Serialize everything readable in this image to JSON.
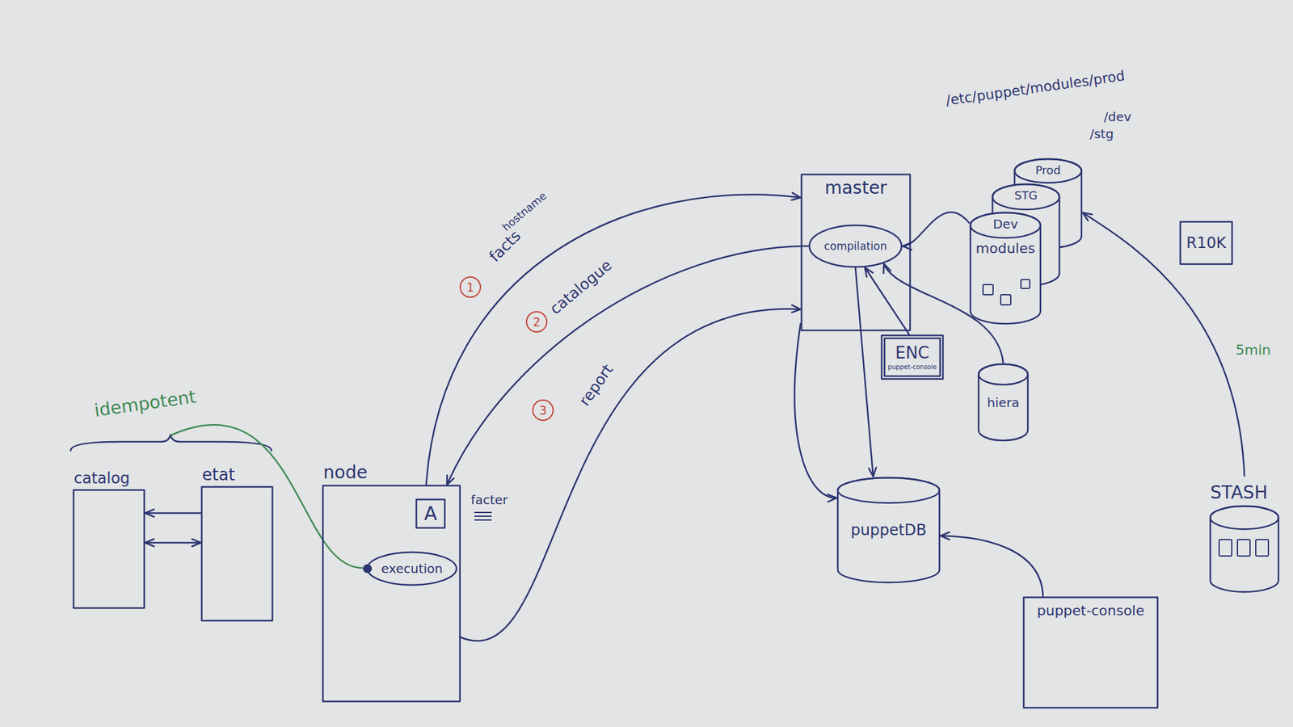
{
  "diagram": {
    "nodes": [
      {
        "text": [
          "catalog"
        ]
      },
      {
        "text": [
          "etat"
        ]
      },
      {
        "text": [
          "node"
        ]
      },
      {
        "text": [
          "A"
        ],
        "in": 2
      },
      {
        "text": [
          "execution"
        ],
        "in": 2
      },
      {
        "text": [
          "master"
        ]
      },
      {
        "text": [
          "compilation"
        ],
        "in": 5
      },
      {
        "text": [
          "ENC",
          "puppet-console"
        ]
      },
      {
        "text": [
          "Prod"
        ]
      },
      {
        "text": [
          "STG"
        ]
      },
      {
        "text": [
          "Dev",
          "modules"
        ]
      },
      {
        "text": [
          "hiera"
        ]
      },
      {
        "text": [
          "R10K"
        ]
      },
      {
        "text": [
          "puppetDB"
        ]
      },
      {
        "text": [
          "STASH"
        ]
      },
      {
        "text": [
          "puppet-console"
        ]
      }
    ],
    "edges": [
      {
        "from": 2,
        "to": 5,
        "arrow": "to",
        "label": "facts"
      },
      {
        "from": 6,
        "to": 2,
        "arrow": "to",
        "label": "catalogue"
      },
      {
        "from": 2,
        "to": 5,
        "arrow": "to",
        "label": "report"
      },
      {
        "from": 1,
        "to": 0,
        "arrow": "to"
      },
      {
        "from": 0,
        "to": 1,
        "arrow": "both"
      },
      {
        "from": 10,
        "to": 6,
        "arrow": "to"
      },
      {
        "from": 11,
        "to": 6,
        "arrow": "to"
      },
      {
        "from": 7,
        "to": 6,
        "arrow": "to"
      },
      {
        "from": 5,
        "to": 13,
        "arrow": "to"
      },
      {
        "from": 6,
        "to": 13,
        "arrow": "to"
      },
      {
        "from": 15,
        "to": 13,
        "arrow": "to"
      },
      {
        "from": 14,
        "to": 8,
        "arrow": "to",
        "label": "5min"
      }
    ],
    "labels": [
      "idempotent",
      "facter",
      "hostname",
      "1",
      "2",
      "3",
      "/etc/puppet/modules/prod",
      "/dev",
      "/stg"
    ]
  }
}
